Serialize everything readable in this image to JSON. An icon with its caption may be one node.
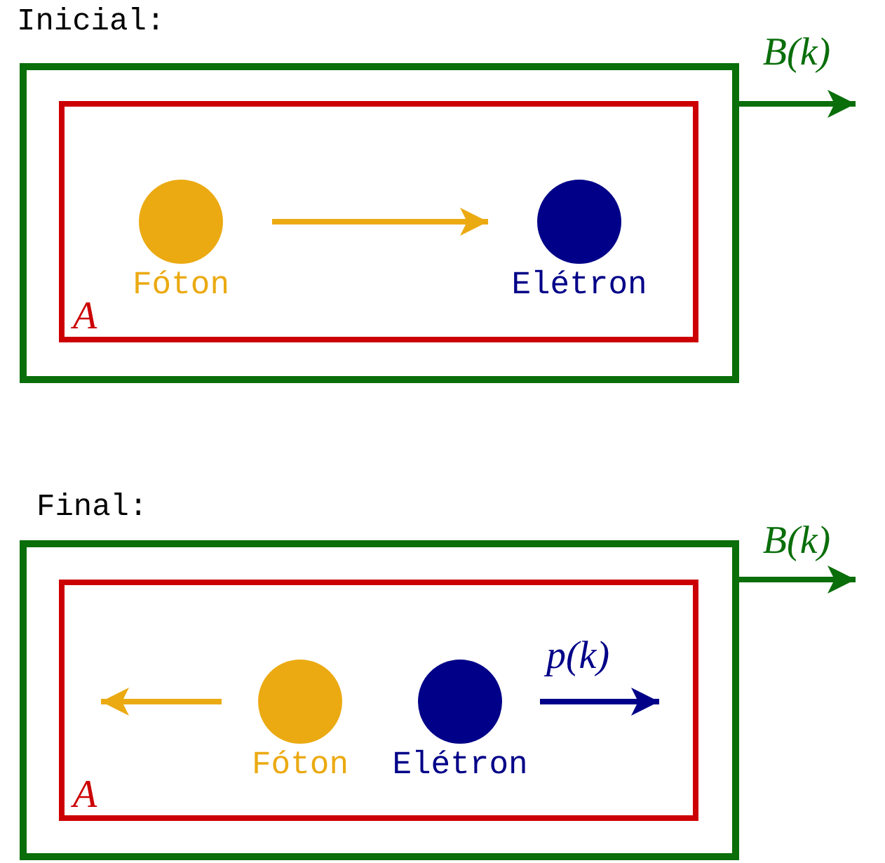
{
  "diagram": {
    "nodes": [
      {
        "text": [
          "Inicial:"
        ]
      },
      {
        "text": [
          "A"
        ],
        "in": 0
      },
      {
        "text": [
          "Fóton"
        ],
        "in": 1
      },
      {
        "text": [
          "Elétron"
        ],
        "in": 1
      },
      {
        "text": [
          "Final:"
        ]
      },
      {
        "text": [
          "A"
        ],
        "in": 4
      },
      {
        "text": [
          "Fóton"
        ],
        "in": 5
      },
      {
        "text": [
          "Elétron"
        ],
        "in": 5
      }
    ],
    "edges": [
      {
        "from": 2,
        "to": 3,
        "arrow": "to",
        "color": "#ebaa12"
      },
      {
        "from": 0,
        "to": null,
        "arrow": "to",
        "label": "B(k)",
        "color": "#0a6e0a"
      },
      {
        "from": 4,
        "to": null,
        "arrow": "to",
        "label": "B(k)",
        "color": "#0a6e0a"
      }
    ],
    "labels": [
      "p(k)"
    ]
  }
}
